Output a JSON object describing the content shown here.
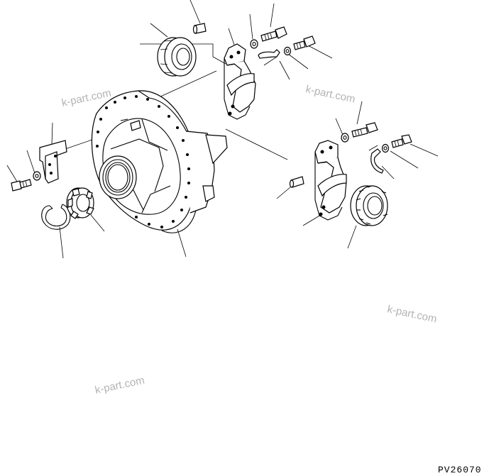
{
  "drawing_code": "PV26070",
  "watermarks": [
    "k-part.com",
    "k-part.com",
    "k-part.com",
    "k-part.com"
  ]
}
